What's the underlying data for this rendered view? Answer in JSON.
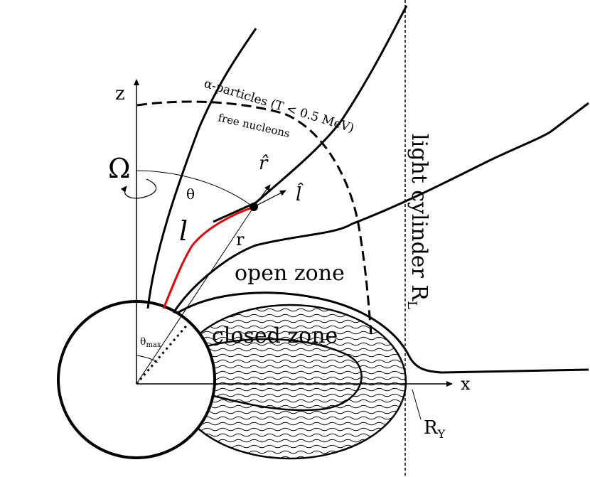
{
  "labels": {
    "z_axis": "z",
    "x_axis": "x",
    "omega": "Ω",
    "theta": "θ",
    "theta_max": "θ",
    "theta_max_sub": "max",
    "arc_length": "l",
    "radius": "r",
    "r_hat": "r̂",
    "l_hat": "l̂",
    "open_zone": "open zone",
    "closed_zone": "closed zone",
    "alpha_particles": "α-particles (T < 0.5 MeV)",
    "free_nucleons": "free nucleons",
    "light_cylinder": "light cylinder R",
    "light_cylinder_sub": "L",
    "ry": "R",
    "ry_sub": "Y"
  },
  "colors": {
    "field_line": "#000000",
    "highlight": "#e00000"
  }
}
